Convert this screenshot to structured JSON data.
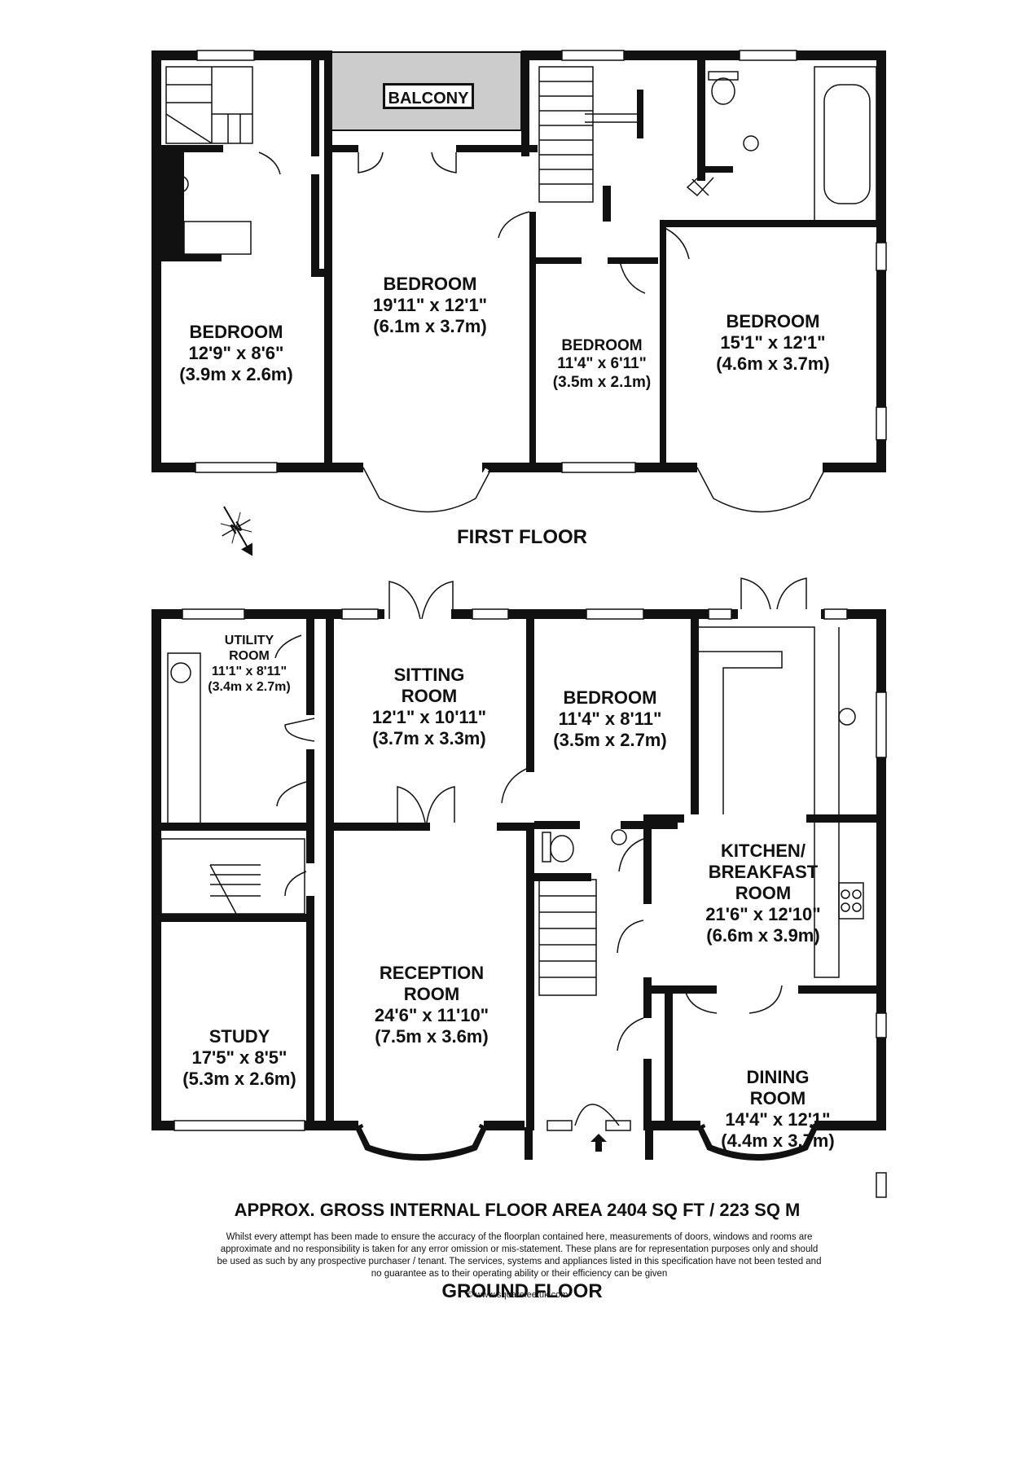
{
  "floors": {
    "first": "FIRST FLOOR",
    "ground": "GROUND FLOOR"
  },
  "balcony": "BALCONY",
  "rooms": {
    "ff_bed1": {
      "name": "BEDROOM",
      "dim_imp": "12'9\" x 8'6\"",
      "dim_met": "(3.9m x 2.6m)"
    },
    "ff_bed2": {
      "name": "BEDROOM",
      "dim_imp": "19'11\" x 12'1\"",
      "dim_met": "(6.1m x 3.7m)"
    },
    "ff_bed3": {
      "name": "BEDROOM",
      "dim_imp": "11'4\" x 6'11\"",
      "dim_met": "(3.5m x 2.1m)"
    },
    "ff_bed4": {
      "name": "BEDROOM",
      "dim_imp": "15'1\" x 12'1\"",
      "dim_met": "(4.6m x 3.7m)"
    },
    "utility": {
      "name1": "UTILITY",
      "name2": "ROOM",
      "dim_imp": "11'1\" x 8'11\"",
      "dim_met": "(3.4m x 2.7m)"
    },
    "sitting": {
      "name1": "SITTING",
      "name2": "ROOM",
      "dim_imp": "12'1\" x 10'11\"",
      "dim_met": "(3.7m x 3.3m)"
    },
    "gf_bed": {
      "name": "BEDROOM",
      "dim_imp": "11'4\" x 8'11\"",
      "dim_met": "(3.5m x 2.7m)"
    },
    "kitchen": {
      "name1": "KITCHEN/",
      "name2": "BREAKFAST",
      "name3": "ROOM",
      "dim_imp": "21'6\" x 12'10\"",
      "dim_met": "(6.6m x 3.9m)"
    },
    "reception": {
      "name1": "RECEPTION",
      "name2": "ROOM",
      "dim_imp": "24'6\" x 11'10\"",
      "dim_met": "(7.5m x 3.6m)"
    },
    "study": {
      "name": "STUDY",
      "dim_imp": "17'5\" x 8'5\"",
      "dim_met": "(5.3m x 2.6m)"
    },
    "dining": {
      "name1": "DINING",
      "name2": "ROOM",
      "dim_imp": "14'4\" x 12'1\"",
      "dim_met": "(4.4m x 3.7m)"
    }
  },
  "area_text": "APPROX. GROSS INTERNAL FLOOR AREA 2404 SQ FT / 223 SQ M",
  "disclaimer": "Whilst every attempt has been made to ensure the accuracy of the floorplan contained here, measurements of doors, windows and rooms are approximate and no responsibility is taken for any error omission or mis-statement. These plans are for representation purposes only and should be used as such by any prospective purchaser / tenant. The services, systems and appliances listed in this specification have not been tested and no guarantee as to their operating ability or their efficiency can be given",
  "copyright": "© www.squarefeetuk.com",
  "compass_letter": "N",
  "colors": {
    "wall": "#111111",
    "balcony": "#cccccc",
    "background": "#ffffff"
  }
}
